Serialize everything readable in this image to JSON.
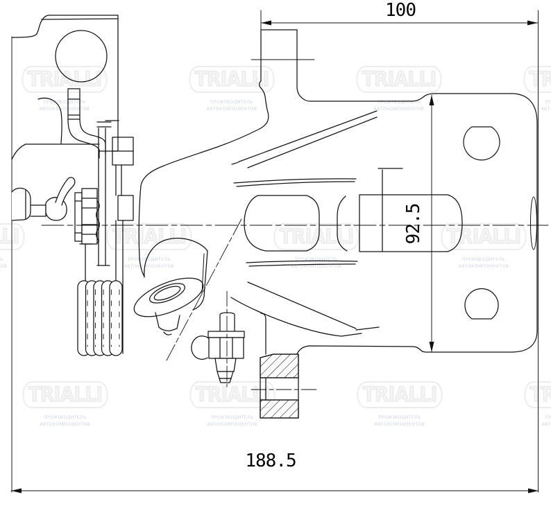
{
  "drawing": {
    "dimensions": {
      "width_top": "100",
      "height_right": "92.5",
      "width_bottom": "188.5"
    },
    "watermark": {
      "brand": "TRIALLI",
      "tagline_line1": "ПРОИЗВОДИТЕЛЬ",
      "tagline_line2": "АВТОКОМПОНЕНТОВ"
    }
  }
}
